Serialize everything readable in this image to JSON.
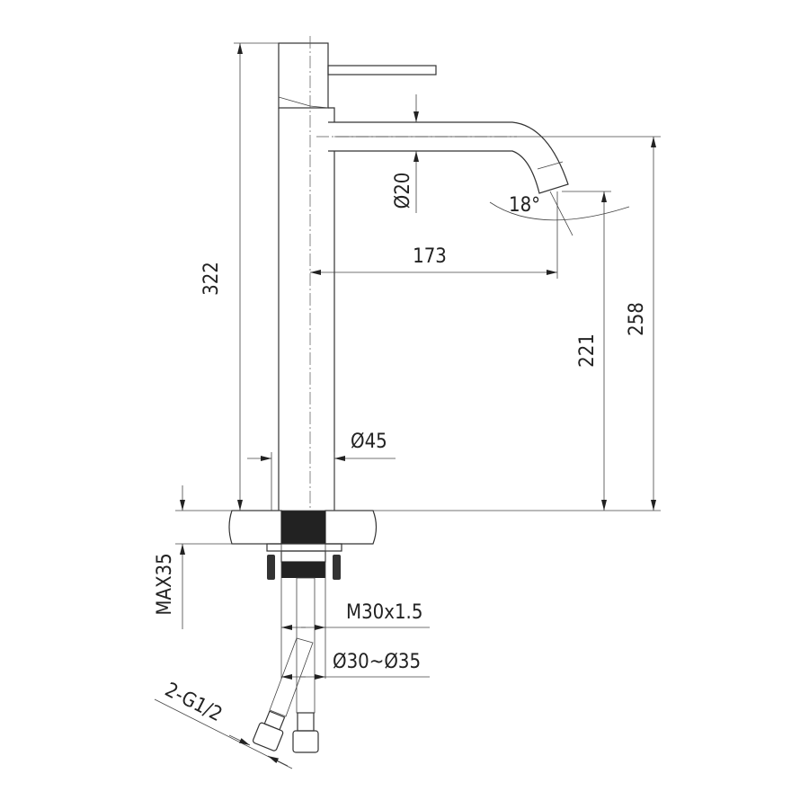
{
  "dimensions": {
    "overall_height": "322",
    "spout_diameter": "Ø20",
    "spout_angle": "18°",
    "spout_reach": "173",
    "outlet_height": "221",
    "spout_height": "258",
    "body_diameter": "Ø45",
    "max_counter_thickness": "MAX35",
    "thread": "M30x1.5",
    "hole_diameter": "Ø30~Ø35",
    "hose_connection": "2-G1/2"
  }
}
